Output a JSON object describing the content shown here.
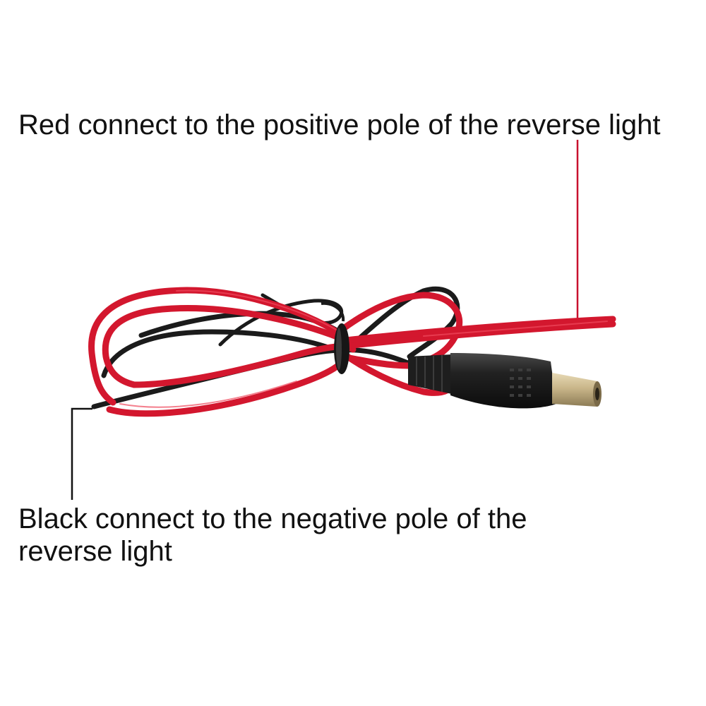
{
  "labels": {
    "red_wire": "Red connect to the positive pole of the reverse light",
    "black_wire_line1": "Black connect to the negative pole of the",
    "black_wire_line2": "reverse light"
  },
  "colors": {
    "red_wire": "#d3172e",
    "red_wire_highlight": "#f04a5e",
    "black_wire": "#1b1b1b",
    "leader_red": "#c8102e",
    "leader_black": "#111111",
    "plug_body": "#1c1c1c",
    "plug_tip": "#c9b68a",
    "text": "#111111",
    "background": "#ffffff"
  },
  "icons": {
    "cable": "dc-power-cable-icon",
    "plug": "dc-barrel-plug-icon",
    "tie": "cable-tie-icon"
  }
}
